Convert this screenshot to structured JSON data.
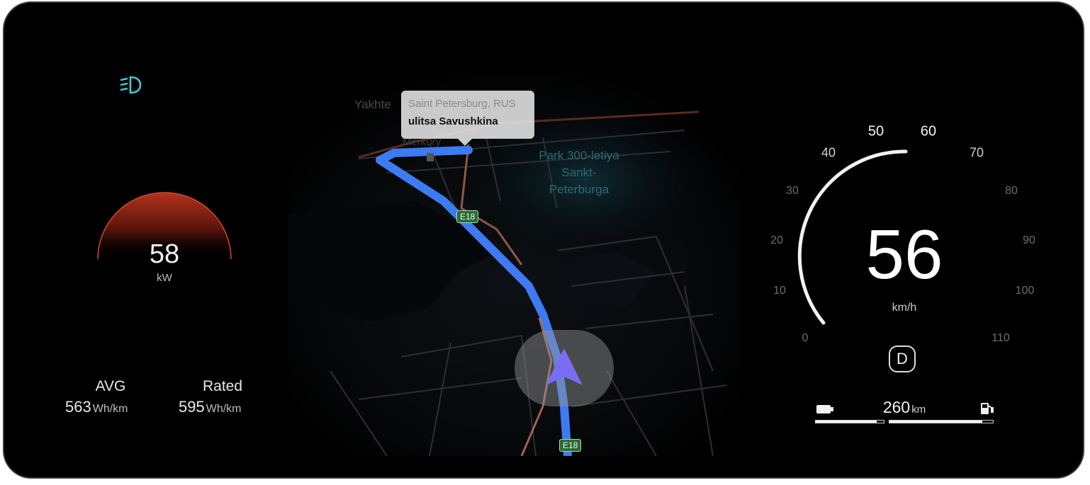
{
  "left_panel": {
    "headlight_icon": "low-beam-headlight-icon",
    "power_value": "58",
    "power_unit": "kW",
    "avg_label": "AVG",
    "avg_value": "563",
    "avg_unit": "Wh/km",
    "rated_label": "Rated",
    "rated_value": "595",
    "rated_unit": "Wh/km"
  },
  "map": {
    "callout_city": "Saint Petersburg, RUS",
    "callout_street": "ulitsa Savushkina",
    "place_yakhta": "Yakhte",
    "place_merkury": "Merkury",
    "park_line1": "Park 300-letiya",
    "park_line2": "Sankt-",
    "park_line3": "Peterburga",
    "road_shield_top": "E18",
    "road_shield_bottom": "E18",
    "route_color": "#3d7bf2",
    "nav_arrow_color": "#7b6cf5"
  },
  "speedometer": {
    "speed": "56",
    "unit": "km/h",
    "gear": "D",
    "ticks": [
      "0",
      "10",
      "20",
      "30",
      "40",
      "50",
      "60",
      "70",
      "80",
      "90",
      "100",
      "110"
    ],
    "range_value": "260",
    "range_unit": "km",
    "battery_icon": "battery-icon",
    "fuel_icon": "fuel-pump-icon"
  }
}
